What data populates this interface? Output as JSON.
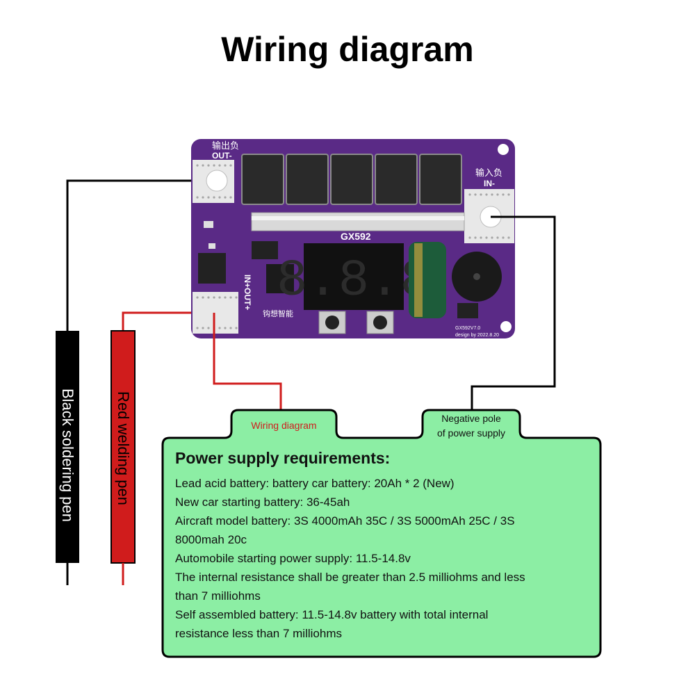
{
  "title": "Wiring diagram",
  "board": {
    "model": "GX592",
    "label_out_minus_cn": "输出负",
    "label_out_minus": "OUT-",
    "label_in_minus_cn": "输入负",
    "label_in_minus": "IN-",
    "label_in_out_plus": "IN+OUT+",
    "brand_cn": "钩想智能",
    "version": "GX592V7.0",
    "design_date": "design by 2022.8.20",
    "display_digits": "8.8.8",
    "colors": {
      "pcb": "#5a2a86",
      "display": "#111111",
      "capacitor": "#1d5c3a"
    }
  },
  "pens": {
    "black_label": "Black soldering pen",
    "red_label": "Red welding pen",
    "black_color": "#000000",
    "red_color": "#d01c1c"
  },
  "tabs": {
    "left": "Wiring diagram",
    "right_line1": "Negative pole",
    "right_line2": "of power supply"
  },
  "requirements": {
    "heading": "Power supply requirements:",
    "lines": [
      "Lead acid battery: battery car battery: 20Ah * 2 (New)",
      "New car starting battery: 36-45ah",
      "Aircraft model battery: 3S 4000mAh 35C / 3S 5000mAh 25C / 3S",
      "8000mah 20c",
      "Automobile starting power supply: 11.5-14.8v",
      "The internal resistance shall be greater than 2.5 milliohms and less",
      "than 7 milliohms",
      "Self assembled battery: 11.5-14.8v battery with total internal",
      "resistance less than 7 milliohms"
    ],
    "fill_color": "#8ceea4"
  }
}
